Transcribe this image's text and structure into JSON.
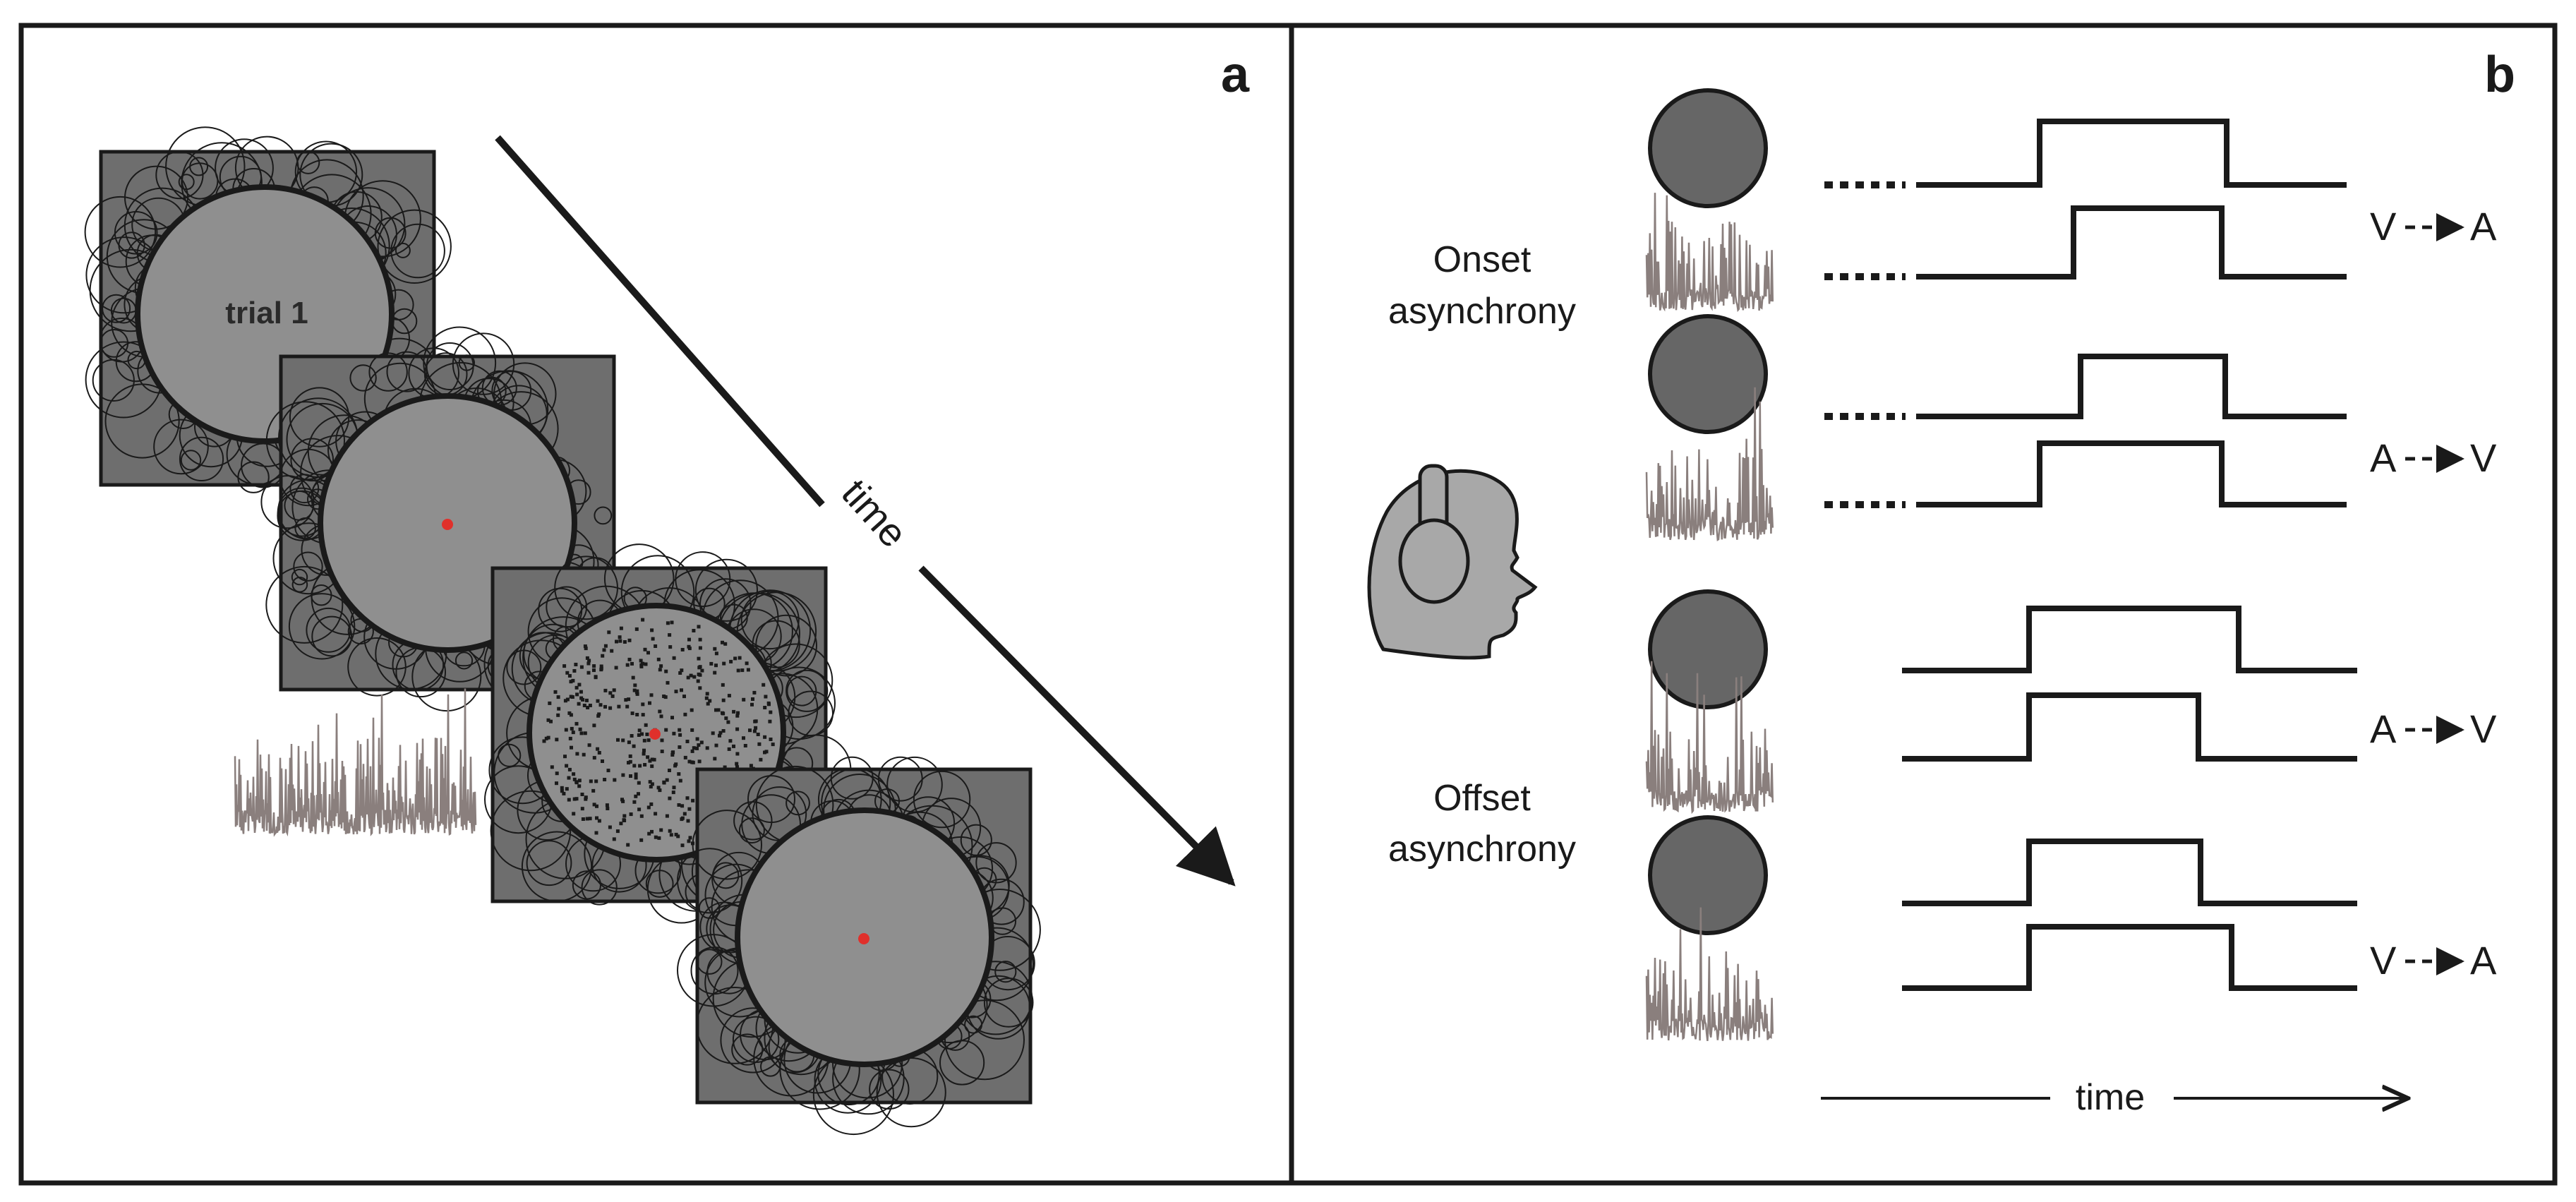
{
  "panel_a": {
    "label": "a",
    "trial_label": "trial 1",
    "arrow_label": "time"
  },
  "panel_b": {
    "label": "b",
    "onset_label_line1": "Onset",
    "onset_label_line2": "asynchrony",
    "offset_label_line1": "Offset",
    "offset_label_line2": "asynchrony",
    "timeline_label": "time",
    "order_labels": [
      {
        "from": "V",
        "to": "A"
      },
      {
        "from": "A",
        "to": "V"
      },
      {
        "from": "A",
        "to": "V"
      },
      {
        "from": "V",
        "to": "A"
      }
    ]
  },
  "colors": {
    "frame_fill": "#6e6e6e",
    "aperture_fill": "#8f8f8f",
    "disc_fill": "#666666",
    "fixation": "#e0302b",
    "noise": "#8a7f7d",
    "head_fill": "#a8a8a8",
    "ink": "#1a1a1a"
  }
}
